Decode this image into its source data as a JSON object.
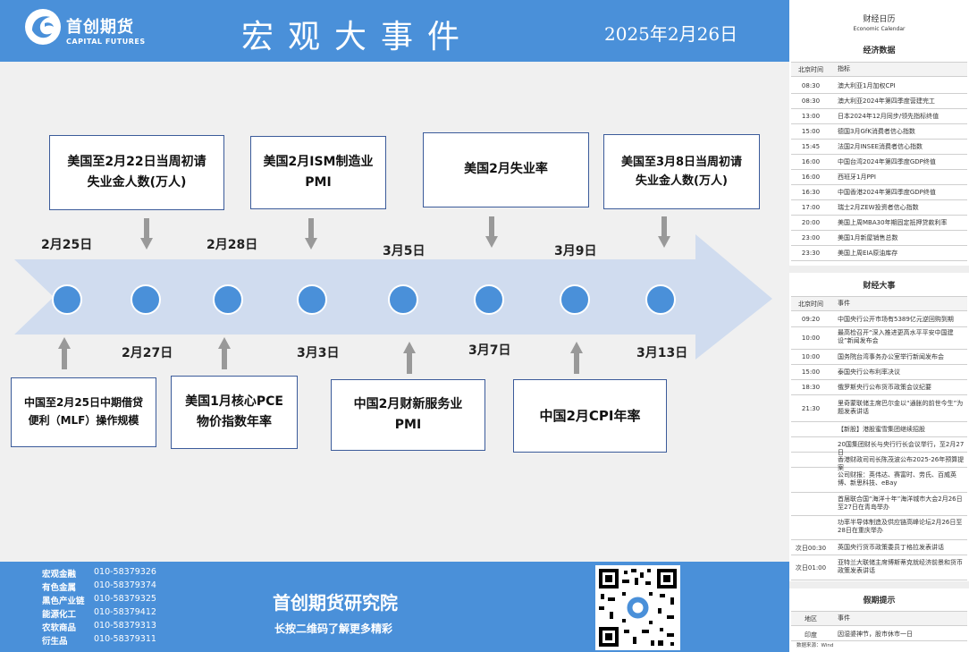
{
  "header": {
    "logo_cn": "首创期货",
    "logo_en": "CAPITAL FUTURES",
    "title": "宏观大事件",
    "date": "2025年2月26日"
  },
  "timeline": {
    "date_labels": [
      "2月25日",
      "2月27日",
      "2月28日",
      "3月3日",
      "3月5日",
      "3月7日",
      "3月9日",
      "3月13日"
    ],
    "top_events": [
      {
        "line1": "美国至2月22日当周初请",
        "line2": "失业金人数(万人)"
      },
      {
        "line1": "美国2月ISM制造业",
        "line2": "PMI"
      },
      {
        "line1": "美国2月失业率",
        "line2": ""
      },
      {
        "line1": "美国至3月8日当周初请",
        "line2": "失业金人数(万人)"
      }
    ],
    "bottom_events": [
      {
        "line1": "中国至2月25日中期借贷",
        "line2": "便利（MLF）操作规模"
      },
      {
        "line1": "美国1月核心PCE",
        "line2": "物价指数年率"
      },
      {
        "line1": "中国2月财新服务业",
        "line2": "PMI"
      },
      {
        "line1": "中国2月CPI年率",
        "line2": ""
      }
    ]
  },
  "footer": {
    "contacts": [
      {
        "label": "宏观金融",
        "phone": "010-58379326"
      },
      {
        "label": "有色金属",
        "phone": "010-58379374"
      },
      {
        "label": "黑色产业链",
        "phone": "010-58379325"
      },
      {
        "label": "能源化工",
        "phone": "010-58379412"
      },
      {
        "label": "农软商品",
        "phone": "010-58379313"
      },
      {
        "label": "衍生品",
        "phone": "010-58379311"
      }
    ],
    "org": "首创期货研究院",
    "tagline": "长按二维码了解更多精彩"
  },
  "calendar": {
    "title": "财经日历",
    "subtitle": "Economic Calendar",
    "econ_title": "经济数据",
    "col_time": "北京时间",
    "col_indicator": "指标",
    "col_event": "事件",
    "econ_rows": [
      {
        "time": "08:30",
        "text": "澳大利亚1月加权CPI"
      },
      {
        "time": "08:30",
        "text": "澳大利亚2024年第四季度营建完工"
      },
      {
        "time": "13:00",
        "text": "日本2024年12月同步/领先指标终值"
      },
      {
        "time": "15:00",
        "text": "德国3月GfK消费者信心指数"
      },
      {
        "time": "15:45",
        "text": "法国2月INSEE消费者信心指数"
      },
      {
        "time": "16:00",
        "text": "中国台湾2024年第四季度GDP终值"
      },
      {
        "time": "16:00",
        "text": "西班牙1月PPI"
      },
      {
        "time": "16:30",
        "text": "中国香港2024年第四季度GDP终值"
      },
      {
        "time": "17:00",
        "text": "瑞士2月ZEW投资者信心指数"
      },
      {
        "time": "20:00",
        "text": "美国上周MBA30年期固定抵押贷款利率"
      },
      {
        "time": "23:00",
        "text": "美国1月新屋销售总数"
      },
      {
        "time": "23:30",
        "text": "美国上周EIA原油库存"
      }
    ],
    "events_title": "财经大事",
    "event_rows": [
      {
        "time": "09:20",
        "text": "中国央行公开市场有5389亿元逆回购到期"
      },
      {
        "time": "10:00",
        "text": "最高检召开“深入推进更高水平平安中国建设”新闻发布会"
      },
      {
        "time": "10:00",
        "text": "国务院台湾事务办公室举行新闻发布会"
      },
      {
        "time": "15:00",
        "text": "泰国央行公布利率决议"
      },
      {
        "time": "18:30",
        "text": "俄罗斯央行公布货币政策会议纪要"
      },
      {
        "time": "21:30",
        "text": "里奇蒙联储主席巴尔金以“通胀的前世今生”为题发表讲话"
      },
      {
        "time": "",
        "text": "【新股】港股蜜雪集团继续招股"
      },
      {
        "time": "",
        "text": "20国集团财长与央行行长会议举行，至2月27日"
      },
      {
        "time": "",
        "text": "香港财政司司长陈茂波公布2025-26年预算提案"
      },
      {
        "time": "",
        "text": "公司财报：英伟达、赛富时、劳氏、百威英博、新思科技、eBay"
      },
      {
        "time": "",
        "text": "首届联合国“海洋十年”海洋城市大会2月26日至27日在青岛举办"
      },
      {
        "time": "",
        "text": "功率半导体制造及供应链高峰论坛2月26日至28日在重庆举办"
      },
      {
        "time": "次日00:30",
        "text": "英国央行货币政策委员丁格拉发表讲话"
      },
      {
        "time": "次日01:00",
        "text": "亚特兰大联储主席博斯蒂克就经济前景和货币政策发表讲话"
      }
    ],
    "holiday_title": "假期提示",
    "col_region": "地区",
    "holiday_rows": [
      {
        "time": "印度",
        "text": "因湿婆神节，股市休市一日"
      }
    ],
    "source": "数据来源：Wind"
  }
}
